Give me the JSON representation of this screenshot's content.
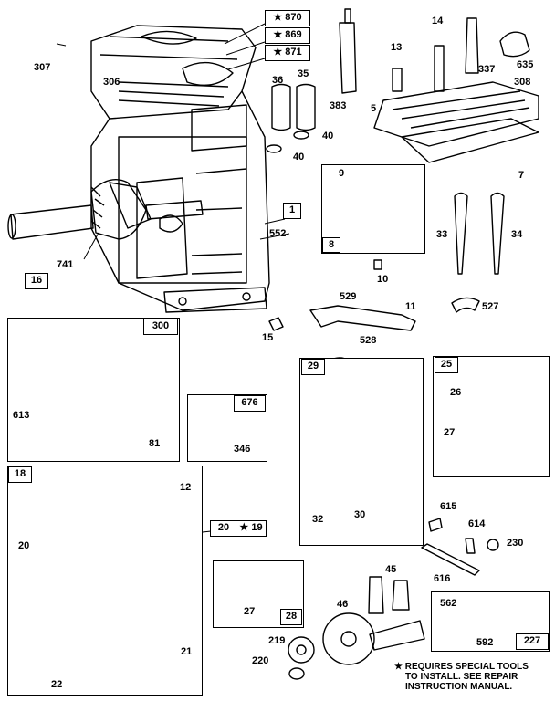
{
  "parts": {
    "p870": "870",
    "p869": "869",
    "p871": "871",
    "p307": "307",
    "p306": "306",
    "p383": "383",
    "p14": "14",
    "p13": "13",
    "p337": "337",
    "p635": "635",
    "p36": "36",
    "p35": "35",
    "p40a": "40",
    "p40b": "40",
    "p5": "5",
    "p308": "308",
    "p7": "7",
    "p1": "1",
    "p552": "552",
    "p741": "741",
    "p16": "16",
    "p9": "9",
    "p8": "8",
    "p10": "10",
    "p33": "33",
    "p34": "34",
    "p529": "529",
    "p11": "11",
    "p527": "527",
    "p528": "528",
    "p15": "15",
    "p300": "300",
    "p613": "613",
    "p81": "81",
    "p676": "676",
    "p346": "346",
    "p29": "29",
    "p32": "32",
    "p30": "30",
    "p25": "25",
    "p26": "26",
    "p27a": "27",
    "p18": "18",
    "p12": "12",
    "p20a": "20",
    "p20b": "20",
    "p19": "19",
    "p21": "21",
    "p22": "22",
    "p615": "615",
    "p614": "614",
    "p230": "230",
    "p616": "616",
    "p27b": "27",
    "p28": "28",
    "p45": "45",
    "p46": "46",
    "p219": "219",
    "p220": "220",
    "p562": "562",
    "p592": "592",
    "p227": "227"
  },
  "star_symbol": "★",
  "footnote": {
    "line1": "★ REQUIRES SPECIAL TOOLS",
    "line2": "TO INSTALL. SEE REPAIR",
    "line3": "INSTRUCTION MANUAL."
  }
}
